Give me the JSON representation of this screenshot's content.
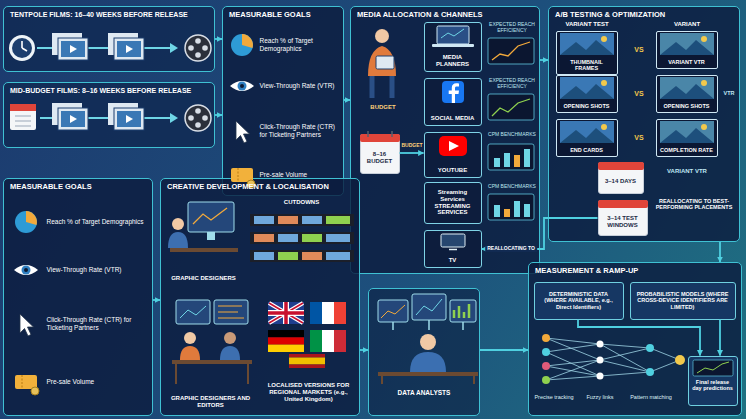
{
  "diagram": {
    "nodes": [
      {
        "text": [
          "TENTPOLE FILMS: 16–40 WEEKS BEFORE RELEASE"
        ]
      },
      {
        "text": [
          "MID-BUDGET FILMS: 8–16 WEEKS BEFORE RELEASE"
        ]
      },
      {
        "text": [
          "MEASURABLE GOALS"
        ]
      },
      {
        "text": [
          "Reach % of Target Demographics"
        ],
        "in": 2
      },
      {
        "text": [
          "View-Through Rate (VTR)"
        ],
        "in": 2
      },
      {
        "text": [
          "Click-Through Rate (CTR) for Ticketing Partners"
        ],
        "in": 2
      },
      {
        "text": [
          "Pre-sale Volume"
        ],
        "in": 2
      },
      {
        "text": [
          "MEDIA ALLOCATION & CHANNELS"
        ]
      },
      {
        "text": [
          "MEDIA PLANNERS"
        ],
        "in": 7
      },
      {
        "text": [
          "SOCIAL MEDIA"
        ],
        "in": 7
      },
      {
        "text": [
          "8–16 BUDGET"
        ],
        "in": 7
      },
      {
        "text": [
          "YOUTUBE"
        ],
        "in": 7
      },
      {
        "text": [
          "Streaming Services",
          "STREAMING SERVICES"
        ],
        "in": 7
      },
      {
        "text": [
          "TV"
        ],
        "in": 7
      },
      {
        "text": [
          "A/B TESTING & OPTIMIZATION"
        ]
      },
      {
        "text": [
          "THUMBNAIL FRAMES"
        ],
        "in": 14
      },
      {
        "text": [
          "VARIANT VTR"
        ],
        "in": 14
      },
      {
        "text": [
          "OPENING SHOTS"
        ],
        "in": 14
      },
      {
        "text": [
          "OPENING SHOTS"
        ],
        "in": 14
      },
      {
        "text": [
          "END CARDS"
        ],
        "in": 14
      },
      {
        "text": [
          "COMPLETION RATE"
        ],
        "in": 14
      },
      {
        "text": [
          "3–14 DAYS"
        ],
        "in": 14
      },
      {
        "text": [
          "3–14 TEST WINDOWS"
        ],
        "in": 14
      },
      {
        "text": [
          "MEASURABLE GOALS"
        ]
      },
      {
        "text": [
          "Reach % of Target Demographics"
        ],
        "in": 23
      },
      {
        "text": [
          "View-Through Rate (VTR)"
        ],
        "in": 23
      },
      {
        "text": [
          "Click-Through Rate (CTR) for Ticketing Partners"
        ],
        "in": 23
      },
      {
        "text": [
          "Pre-sale Volume"
        ],
        "in": 23
      },
      {
        "text": [
          "CREATIVE DEVELOPMENT & LOCALISATION"
        ]
      },
      {
        "text": [
          "GRAPHIC DESIGNERS"
        ],
        "in": 28
      },
      {
        "text": [
          "CUTDOWNS"
        ],
        "in": 28
      },
      {
        "text": [
          "GRAPHIC DESIGNERS AND EDITORS"
        ],
        "in": 28
      },
      {
        "text": [
          "LOCALISED VERSIONS FOR REGIONAL MARKETS (e.g., United Kingdom)"
        ],
        "in": 28
      },
      {
        "text": [
          "DATA ANALYSTS"
        ]
      },
      {
        "text": [
          "MEASUREMENT & RAMP-UP"
        ]
      },
      {
        "text": [
          "DETERMINISTIC DATA (WHERE AVAILABLE, e.g., Direct Identifiers)"
        ],
        "in": 34
      },
      {
        "text": [
          "PROBABILISTIC MODELS (WHERE CROSS-DEVICE IDENTIFIERS ARE LIMITED)"
        ],
        "in": 34
      },
      {
        "text": [
          "Final release day predictions"
        ],
        "in": 34
      }
    ],
    "edges": [
      {
        "from": 0,
        "to": 2,
        "arrow": "to"
      },
      {
        "from": 1,
        "to": 2,
        "arrow": "to"
      },
      {
        "from": 2,
        "to": 7,
        "arrow": "to"
      },
      {
        "from": 7,
        "to": 14,
        "arrow": "to"
      },
      {
        "from": 14,
        "to": 34,
        "arrow": "to"
      },
      {
        "from": 23,
        "to": 28,
        "arrow": "to"
      },
      {
        "from": 28,
        "to": 33,
        "arrow": "to"
      },
      {
        "from": 33,
        "to": 34,
        "arrow": "to"
      },
      {
        "from": 10,
        "to": 11,
        "arrow": "to"
      },
      {
        "from": 22,
        "to": 13,
        "label": "REALLOCATING TO",
        "arrow": "to"
      },
      {
        "from": 35,
        "to": 37,
        "arrow": "to"
      },
      {
        "from": 36,
        "to": 37,
        "arrow": "to"
      }
    ],
    "labels": [
      "EXPECTED REACH EFFICIENCY",
      "EXPECTED REACH EFFICIENCY",
      "CPM BENCHMARKS",
      "CPM BENCHMARKS",
      "BUDGET",
      "BUDGET",
      "VARIANT TEST",
      "VARIANT",
      "VS",
      "VS",
      "VS",
      "VTR",
      "VARIANT VTR",
      "REALLOCATING TO BEST-PERFORMING PLACEMENTS",
      "Precise tracking",
      "Fuzzy links",
      "Pattern matching"
    ]
  }
}
